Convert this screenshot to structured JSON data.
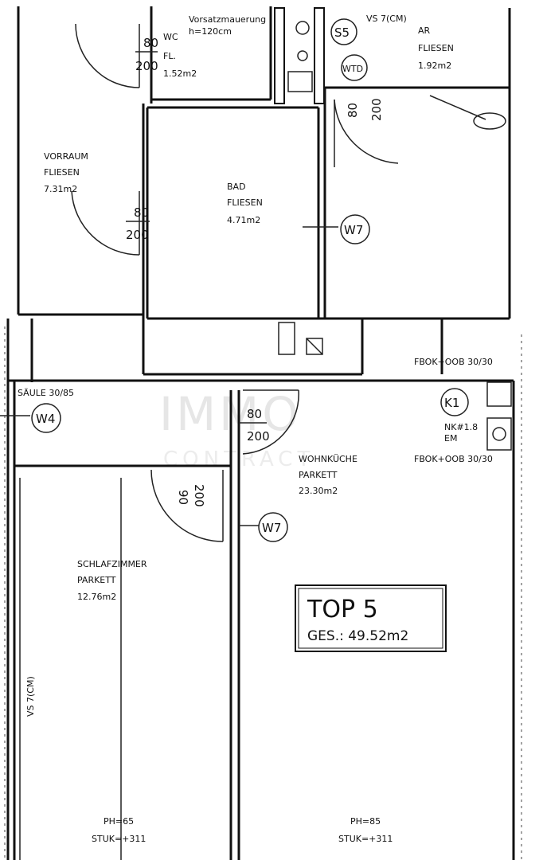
{
  "watermark": {
    "line1": "IMMO",
    "line2": "CONTRACT"
  },
  "rooms": {
    "wc": {
      "name": "WC",
      "floor": "FL.",
      "area": "1.52m2"
    },
    "ar": {
      "name": "AR",
      "floor": "FLIESEN",
      "area": "1.92m2"
    },
    "vorraum": {
      "name": "VORRAUM",
      "floor": "FLIESEN",
      "area": "7.31m2"
    },
    "bad": {
      "name": "BAD",
      "floor": "FLIESEN",
      "area": "4.71m2"
    },
    "wohnkueche": {
      "name": "WOHNKÜCHE",
      "floor": "PARKETT",
      "area": "23.30m2"
    },
    "schlafzimmer": {
      "name": "SCHLAFZIMMER",
      "floor": "PARKETT",
      "area": "12.76m2"
    }
  },
  "doors": {
    "d1": {
      "w": "80",
      "h": "200"
    },
    "d2": {
      "w": "80",
      "h": "200"
    },
    "d3": {
      "w": "80",
      "h": "200"
    },
    "d4": {
      "w": "80",
      "h": "200"
    },
    "d5": {
      "w": "90",
      "h": "200"
    }
  },
  "annotations": {
    "vorsatz": "Vorsatzmauerung",
    "vorsatz_h": "h=120cm",
    "vs_top": "VS 7(CM)",
    "vs_side": "VS 7(CM)",
    "saeule": "SÄULE 30/85",
    "fbok_top": "FBOK+OOB 30/30",
    "fbok_bottom": "FBOK+OOB 30/30",
    "k1_sub1": "NK#1.8",
    "k1_sub2": "EM"
  },
  "tags": {
    "s5": "S5",
    "wtd": "WTD",
    "w7_bad": "W7",
    "w7_wohn": "W7",
    "w4": "W4",
    "k1": "K1"
  },
  "top_box": {
    "title": "TOP 5",
    "total": "GES.: 49.52m2"
  },
  "heights": {
    "left": {
      "ph": "PH=65",
      "stuk": "STUK=+311"
    },
    "right": {
      "ph": "PH=85",
      "stuk": "STUK=+311"
    }
  }
}
